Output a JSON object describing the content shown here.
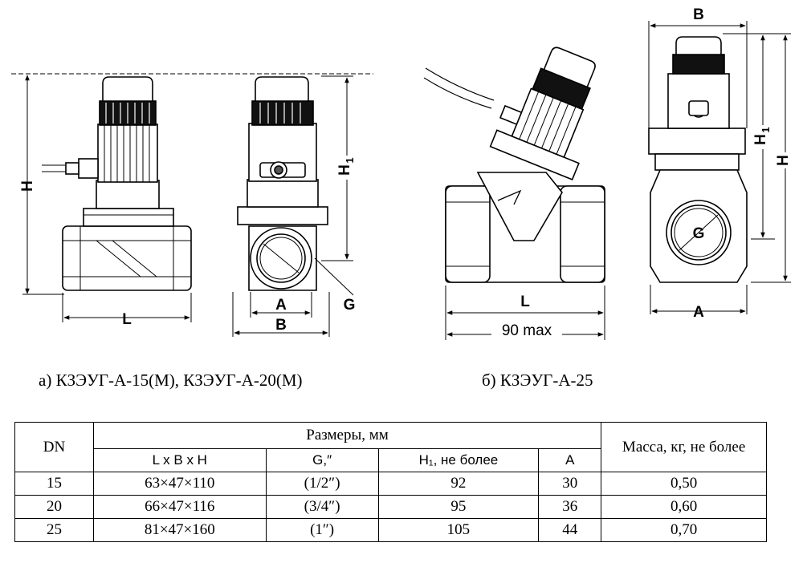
{
  "drawing": {
    "view_a": {
      "label_H": "H",
      "label_H1": "H",
      "sub_1": "1",
      "label_L": "L",
      "label_A": "A",
      "label_B": "B",
      "label_G": "G"
    },
    "view_b": {
      "label_L": "L",
      "label_90": "90 max",
      "label_B": "B",
      "label_H1": "H",
      "sub_1": "1",
      "label_H": "H",
      "label_G": "G",
      "label_A": "A"
    }
  },
  "captions": {
    "a": "а) КЗЭУГ-А-15(М), КЗЭУГ-А-20(М)",
    "b": "б) КЗЭУГ-А-25"
  },
  "table": {
    "dn_header": "DN",
    "size_header": "Размеры, мм",
    "mass_header": "Масса, кг, не более",
    "sub_headers": [
      "L x B x H",
      "G,″",
      "H₁, не более",
      "A"
    ],
    "rows": [
      {
        "dn": "15",
        "lbh": "63×47×110",
        "g": "(1/2″)",
        "h1": "92",
        "a": "30",
        "mass": "0,50"
      },
      {
        "dn": "20",
        "lbh": "66×47×116",
        "g": "(3/4″)",
        "h1": "95",
        "a": "36",
        "mass": "0,60"
      },
      {
        "dn": "25",
        "lbh": "81×47×160",
        "g": "(1″)",
        "h1": "105",
        "a": "44",
        "mass": "0,70"
      }
    ]
  }
}
